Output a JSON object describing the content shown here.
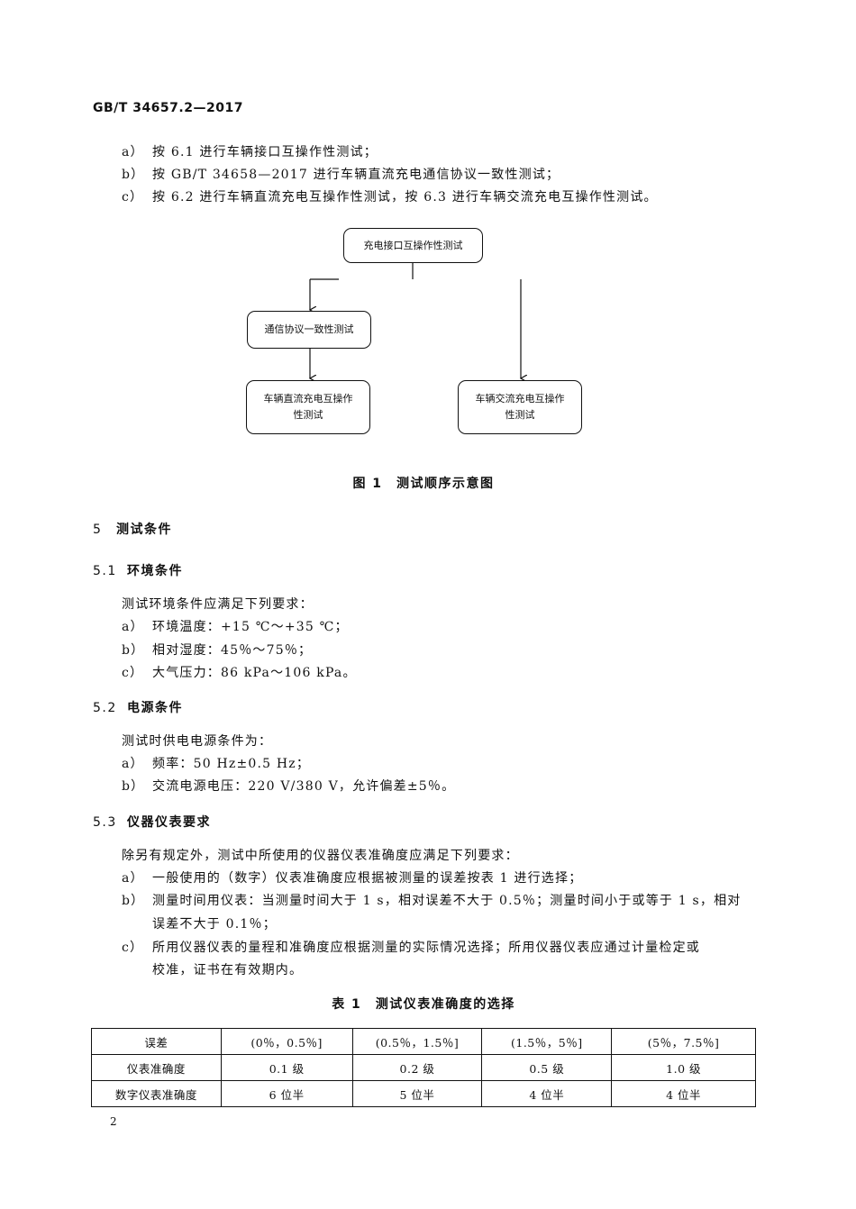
{
  "header": {
    "standard_id": "GB/T 34657.2—2017"
  },
  "intro_list": [
    {
      "mark": "a）",
      "text": "按 6.1 进行车辆接口互操作性测试；"
    },
    {
      "mark": "b）",
      "text": "按 GB/T 34658—2017 进行车辆直流充电通信协议一致性测试；"
    },
    {
      "mark": "c）",
      "text": "按 6.2 进行车辆直流充电互操作性测试，按 6.3 进行车辆交流充电互操作性测试。"
    }
  ],
  "figure": {
    "boxes": {
      "interface": "充电接口互操作性测试",
      "protocol": "通信协议一致性测试",
      "dc_line1": "车辆直流充电互操作",
      "dc_line2": "性测试",
      "ac_line1": "车辆交流充电互操作",
      "ac_line2": "性测试"
    },
    "caption": "图 1　测试顺序示意图"
  },
  "section5": {
    "num": "5",
    "title": "测试条件"
  },
  "section5_1": {
    "num": "5.1",
    "title": "环境条件",
    "intro": "测试环境条件应满足下列要求：",
    "items": [
      {
        "mark": "a）",
        "text": "环境温度：+15 ℃～+35 ℃；"
      },
      {
        "mark": "b）",
        "text": "相对湿度：45％～75％；"
      },
      {
        "mark": "c）",
        "text": "大气压力：86 kPa～106 kPa。"
      }
    ]
  },
  "section5_2": {
    "num": "5.2",
    "title": "电源条件",
    "intro": "测试时供电电源条件为：",
    "items": [
      {
        "mark": "a）",
        "text": "频率：50 Hz±0.5 Hz；"
      },
      {
        "mark": "b）",
        "text": "交流电源电压：220 V/380 V，允许偏差±5％。"
      }
    ]
  },
  "section5_3": {
    "num": "5.3",
    "title": "仪器仪表要求",
    "intro": "除另有规定外，测试中所使用的仪器仪表准确度应满足下列要求：",
    "items": [
      {
        "mark": "a）",
        "text": "一般使用的（数字）仪表准确度应根据被测量的误差按表 1 进行选择；"
      },
      {
        "mark": "b）",
        "text": "测量时间用仪表：当测量时间大于 1 s，相对误差不大于 0.5％；测量时间小于或等于 1 s，相对",
        "cont": "误差不大于 0.1％；"
      },
      {
        "mark": "c）",
        "text": "所用仪器仪表的量程和准确度应根据测量的实际情况选择；所用仪器仪表应通过计量检定或",
        "cont": "校准，证书在有效期内。"
      }
    ]
  },
  "table1": {
    "caption": "表 1　测试仪表准确度的选择",
    "rows": [
      [
        "误差",
        "(0％，0.5％]",
        "(0.5％，1.5％]",
        "(1.5％，5％]",
        "(5％，7.5％]"
      ],
      [
        "仪表准确度",
        "0.1 级",
        "0.2 级",
        "0.5 级",
        "1.0 级"
      ],
      [
        "数字仪表准确度",
        "6 位半",
        "5 位半",
        "4 位半",
        "4 位半"
      ]
    ]
  },
  "page_number": "2"
}
